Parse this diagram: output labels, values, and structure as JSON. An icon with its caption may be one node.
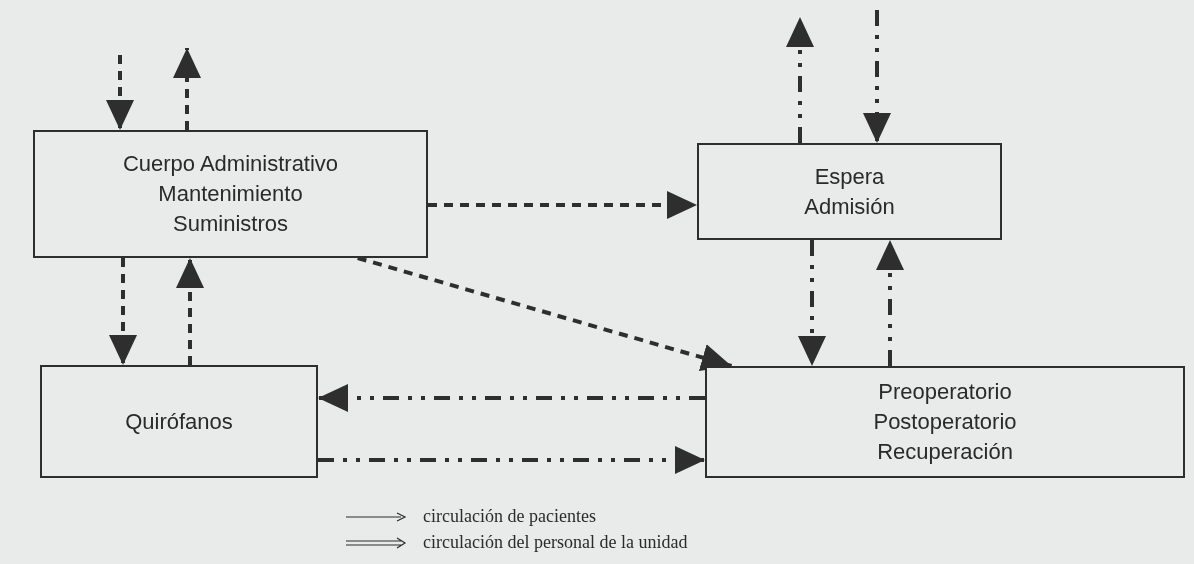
{
  "diagram": {
    "nodes": [
      {
        "text": [
          "Cuerpo Administrativo Mantenimiento Suministros"
        ]
      },
      {
        "text": [
          "Espera Admisión"
        ]
      },
      {
        "text": [
          "Quirófanos"
        ]
      },
      {
        "text": [
          "Preoperatorio Postoperatorio Recuperación"
        ]
      }
    ],
    "edges": [
      {
        "from": null,
        "to": 0,
        "arrow": "to",
        "style": "dashed"
      },
      {
        "from": 0,
        "to": null,
        "arrow": "to",
        "style": "dashed"
      },
      {
        "from": 0,
        "to": 2,
        "arrow": "to",
        "style": "dashed"
      },
      {
        "from": 2,
        "to": 0,
        "arrow": "to",
        "style": "dashed"
      },
      {
        "from": 0,
        "to": 1,
        "arrow": "to",
        "style": "dashed"
      },
      {
        "from": 0,
        "to": 3,
        "arrow": "to",
        "style": "dashed"
      },
      {
        "from": 1,
        "to": null,
        "arrow": "to"
      },
      {
        "from": null,
        "to": 1,
        "arrow": "to"
      },
      {
        "from": 1,
        "to": 3,
        "arrow": "to"
      },
      {
        "from": 3,
        "to": 1,
        "arrow": "to"
      },
      {
        "from": 3,
        "to": 2,
        "arrow": "to"
      },
      {
        "from": 2,
        "to": 3,
        "arrow": "to"
      }
    ],
    "legend": [
      {
        "text": "circulación de pacientes"
      },
      {
        "text": "circulación del personal de la unidad"
      }
    ]
  }
}
